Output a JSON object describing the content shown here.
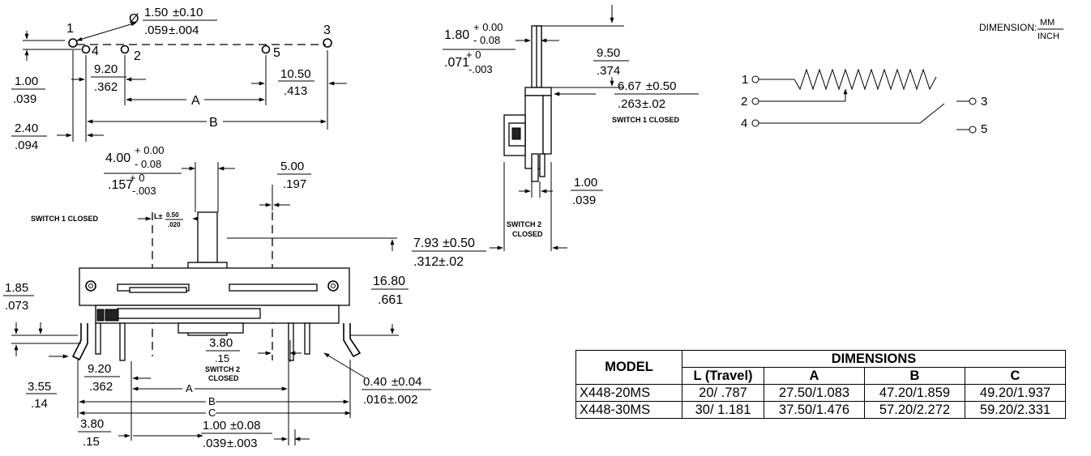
{
  "top_pinout": {
    "hole_dia_mm": "1.50",
    "hole_tol_mm": "±0.10",
    "hole_dia_in": ".059",
    "hole_tol_in": "±.004",
    "pins": [
      "1",
      "4",
      "2",
      "5",
      "3"
    ],
    "d1_mm": "1.00",
    "d1_in": ".039",
    "d2_mm": "9.20",
    "d2_in": ".362",
    "d3_mm": "10.50",
    "d3_in": ".413",
    "d4_mm": "2.40",
    "d4_in": ".094",
    "label_a": "A",
    "label_b": "B",
    "diameter_symbol": "Ø"
  },
  "side_view": {
    "d1_mm": "1.80",
    "d1_tol_plus_mm": "+ 0.00",
    "d1_tol_minus_mm": "- 0.08",
    "d1_in": ".071",
    "d1_tol_plus_in": "+ 0",
    "d1_tol_minus_in": "-.003",
    "d2_mm": "9.50",
    "d2_in": ".374",
    "d3_mm": "6.67",
    "d3_tol_mm": "±0.50",
    "d3_in": ".263",
    "d3_tol_in": "±.02",
    "switch1_label": "SWITCH 1 CLOSED",
    "d4_mm": "1.00",
    "d4_in": ".039",
    "switch2_label_1": "SWITCH 2",
    "switch2_label_2": "CLOSED",
    "d5_mm": "7.93",
    "d5_tol_mm": "±0.50",
    "d5_in": ".312",
    "d5_tol_in": "±.02"
  },
  "units_note": {
    "label": "DIMENSION:",
    "numerator": "MM",
    "denominator": "INCH"
  },
  "schematic": {
    "pins": [
      "1",
      "2",
      "4",
      "3",
      "5"
    ]
  },
  "front_view": {
    "d1_mm": "4.00",
    "d1_tol_plus_mm": "+ 0.00",
    "d1_tol_minus_mm": "- 0.08",
    "d1_in": ".157",
    "d1_tol_plus_in": "+ 0",
    "d1_tol_minus_in": "-.003",
    "d2_mm": "5.00",
    "d2_in": ".197",
    "switch1_label": "SWITCH 1 CLOSED",
    "travel_label": "L±",
    "travel_tol_mm": "0.50",
    "travel_tol_in": ".020",
    "d3_mm": "1.85",
    "d3_in": ".073",
    "d4_mm": "16.80",
    "d4_in": ".661",
    "d5_mm": "3.80",
    "d5_in": ".15",
    "switch2_label_1": "SWITCH 2",
    "switch2_label_2": "CLOSED",
    "d6_mm": "9.20",
    "d6_in": ".362",
    "d7_mm": "3.55",
    "d7_in": ".14",
    "d8_mm": "0.40",
    "d8_tol_mm": "±0.04",
    "d8_in": ".016",
    "d8_tol_in": "±.002",
    "d9_mm": "3.80",
    "d9_in": ".15",
    "d10_mm": "1.00",
    "d10_tol_mm": "±0.08",
    "d10_in": ".039",
    "d10_tol_in": "±.003",
    "label_a": "A",
    "label_b": "B",
    "label_c": "C"
  },
  "table": {
    "header_model": "MODEL",
    "header_dimensions": "DIMENSIONS",
    "columns": [
      "L (Travel)",
      "A",
      "B",
      "C"
    ],
    "rows": [
      {
        "model": "X448-20MS",
        "l": "20/ .787",
        "a": "27.50/1.083",
        "b": "47.20/1.859",
        "c": "49.20/1.937"
      },
      {
        "model": "X448-30MS",
        "l": "30/ 1.181",
        "a": "37.50/1.476",
        "b": "57.20/2.272",
        "c": "59.20/2.331"
      }
    ]
  }
}
